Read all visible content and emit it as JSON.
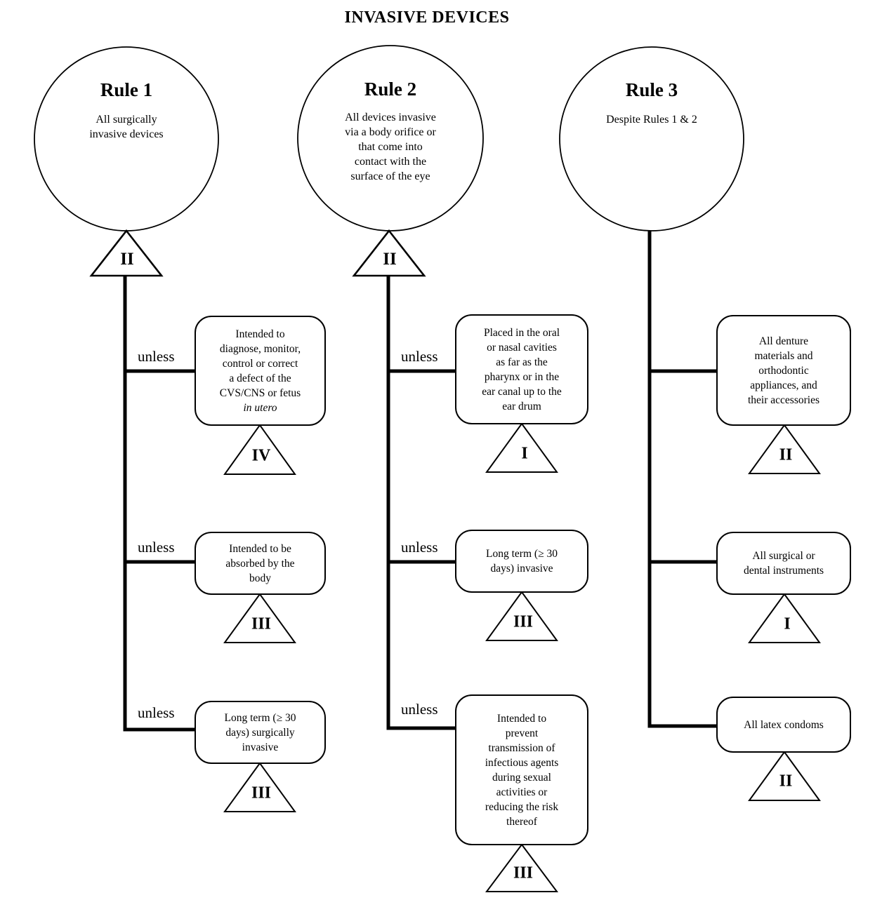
{
  "title": "INVASIVE DEVICES",
  "colors": {
    "ink": "#000000",
    "paper": "#ffffff"
  },
  "rules": [
    {
      "name": "Rule 1",
      "description": "All surgically\ninvasive devices",
      "triangle_class": "II",
      "branches": [
        {
          "connector_label": "unless",
          "text": "Intended to\ndiagnose, monitor,\ncontrol or correct\na defect of the\nCVS/CNS or fetus",
          "italic_text": "in utero",
          "triangle_class": "IV"
        },
        {
          "connector_label": "unless",
          "text": "Intended to be\nabsorbed by the\nbody",
          "triangle_class": "III"
        },
        {
          "connector_label": "unless",
          "text": "Long term (≥ 30\ndays) surgically\ninvasive",
          "triangle_class": "III"
        }
      ]
    },
    {
      "name": "Rule 2",
      "description": "All devices invasive\nvia a body orifice or\nthat come into\ncontact with the\nsurface of the eye",
      "triangle_class": "II",
      "branches": [
        {
          "connector_label": "unless",
          "text": "Placed in the oral\nor nasal cavities\nas far as the\npharynx or in the\near canal up to the\near drum",
          "triangle_class": "I"
        },
        {
          "connector_label": "unless",
          "text": "Long term (≥ 30\ndays) invasive",
          "triangle_class": "III"
        },
        {
          "connector_label": "unless",
          "text": "Intended to\nprevent\ntransmission of\ninfectious agents\nduring sexual\nactivities or\nreducing the risk\nthereof",
          "triangle_class": "III"
        }
      ]
    },
    {
      "name": "Rule 3",
      "description": "Despite Rules 1 & 2",
      "branches": [
        {
          "text": "All denture\nmaterials and\northodontic\nappliances, and\ntheir accessories",
          "triangle_class": "II"
        },
        {
          "text": "All surgical or\ndental instruments",
          "triangle_class": "I"
        },
        {
          "text": "All latex condoms",
          "triangle_class": "II"
        }
      ]
    }
  ]
}
